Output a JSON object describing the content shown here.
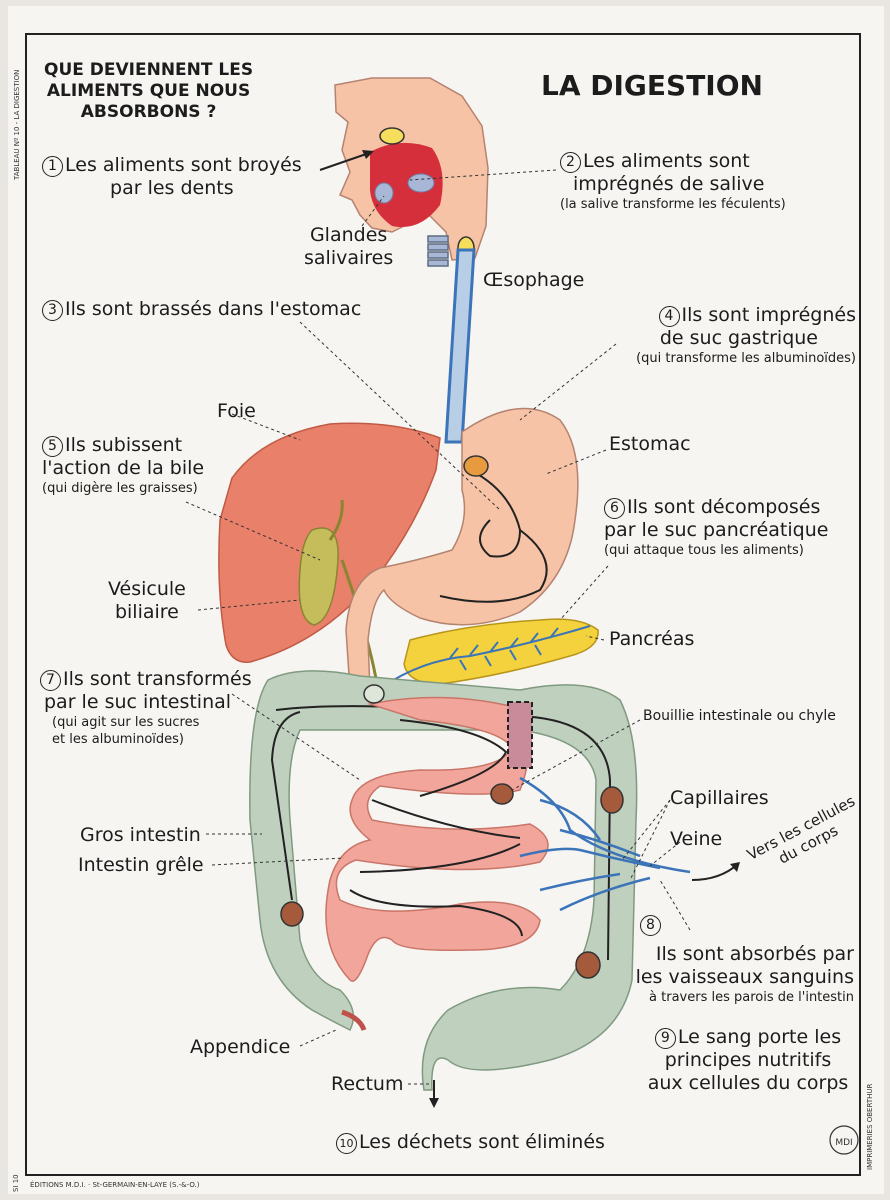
{
  "header": {
    "question": [
      "QUE DEVIENNENT LES",
      "ALIMENTS QUE NOUS",
      "ABSORBONS ?"
    ],
    "title": "LA DIGESTION",
    "side_label": "TABLEAU Nº 10 - LA DIGESTION"
  },
  "steps": [
    {
      "num": "1",
      "lines": [
        "Les aliments sont broyés",
        "par les dents"
      ],
      "note": ""
    },
    {
      "num": "2",
      "lines": [
        "Les aliments sont",
        "imprégnés de salive"
      ],
      "note": "(la salive transforme les féculents)"
    },
    {
      "num": "3",
      "lines": [
        "Ils sont brassés dans l'estomac"
      ],
      "note": ""
    },
    {
      "num": "4",
      "lines": [
        "Ils sont imprégnés",
        "de suc gastrique"
      ],
      "note": "(qui transforme les albuminoïdes)"
    },
    {
      "num": "5",
      "lines": [
        "Ils subissent",
        "l'action de la bile"
      ],
      "note": "(qui digère les graisses)"
    },
    {
      "num": "6",
      "lines": [
        "Ils sont décomposés",
        "par le suc pancréatique"
      ],
      "note": "(qui attaque tous les aliments)"
    },
    {
      "num": "7",
      "lines": [
        "Ils sont transformés",
        "par le suc intestinal"
      ],
      "note": [
        "(qui agit sur les sucres",
        "et les albuminoïdes)"
      ]
    },
    {
      "num": "8",
      "lines": [
        "Ils sont absorbés par",
        "les vaisseaux sanguins"
      ],
      "note": "à travers les parois de l'intestin"
    },
    {
      "num": "9",
      "lines": [
        "Le sang porte les",
        "principes nutritifs",
        "aux cellules du corps"
      ],
      "note": ""
    },
    {
      "num": "10",
      "lines": [
        "Les déchets sont éliminés"
      ],
      "note": ""
    }
  ],
  "labels": {
    "glandes": [
      "Glandes",
      "salivaires"
    ],
    "oesophage": "Œsophage",
    "foie": "Foie",
    "estomac": "Estomac",
    "vesicule": [
      "Vésicule",
      "biliaire"
    ],
    "pancreas": "Pancréas",
    "bouillie": "Bouillie intestinale ou chyle",
    "capillaires": "Capillaires",
    "veine": "Veine",
    "vers_cellules": [
      "Vers les cellules",
      "du corps"
    ],
    "gros_intestin": "Gros intestin",
    "intestin_grele": "Intestin grêle",
    "appendice": "Appendice",
    "rectum": "Rectum"
  },
  "footer": {
    "editions": "ÉDITIONS M.D.I. · St-GERMAIN-EN-LAYE (S.-&-O.)",
    "code": "SI 10",
    "printer": "IMPRIMERIES OBERTHUR",
    "logo": "MDI"
  },
  "colors": {
    "paper": "#f6f5f2",
    "liver": "#e8806a",
    "stomach": "#f6c3a6",
    "mouth": "#d62f3c",
    "gallbladder": "#c5bd5c",
    "pancreas": "#f3d23d",
    "large_intestine": "#bfd0be",
    "small_intestine": "#f2a59a",
    "vessels": "#3b74b8",
    "food_bolus": "#a55a3c"
  }
}
